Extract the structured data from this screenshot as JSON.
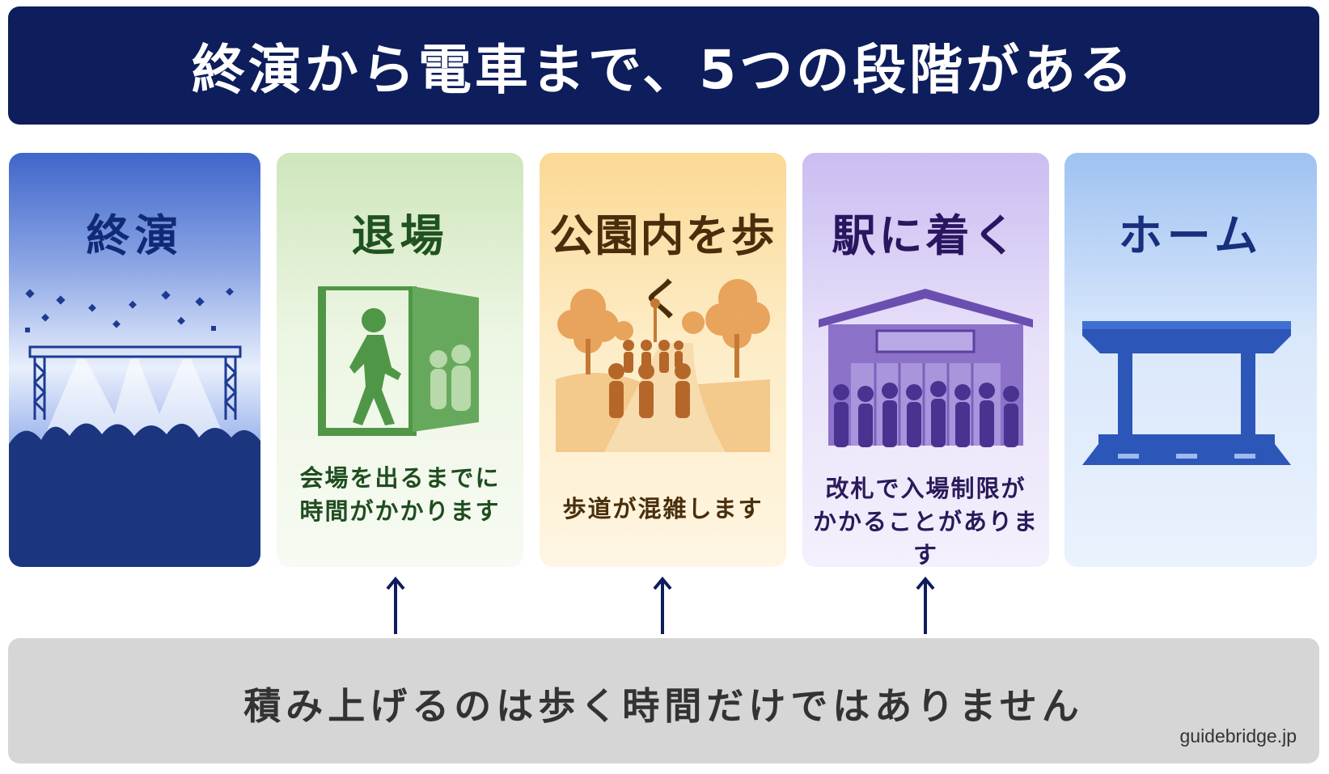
{
  "header": {
    "title": "終演から電車まで、5つの段階がある"
  },
  "stages": [
    {
      "title": "終演",
      "icon": "concert-stage-icon",
      "desc": []
    },
    {
      "title": "退場",
      "icon": "exit-door-icon",
      "desc": [
        "会場を出るまでに",
        "時間がかかります"
      ]
    },
    {
      "title": "公園内を歩く",
      "icon": "park-walk-icon",
      "desc": [
        "歩道が混雑します"
      ]
    },
    {
      "title": "駅に着く",
      "icon": "station-crowd-icon",
      "desc": [
        "改札で入場制限が",
        "かかることがあります"
      ]
    },
    {
      "title": "ホーム",
      "icon": "platform-icon",
      "desc": []
    }
  ],
  "footer": {
    "message": "積み上げるのは歩く時間だけではありません",
    "watermark": "guidebridge.jp"
  },
  "colors": {
    "title_bg": "#0e1d5b",
    "arrow": "#0e1d5b",
    "footer_bg": "#d6d6d6"
  }
}
